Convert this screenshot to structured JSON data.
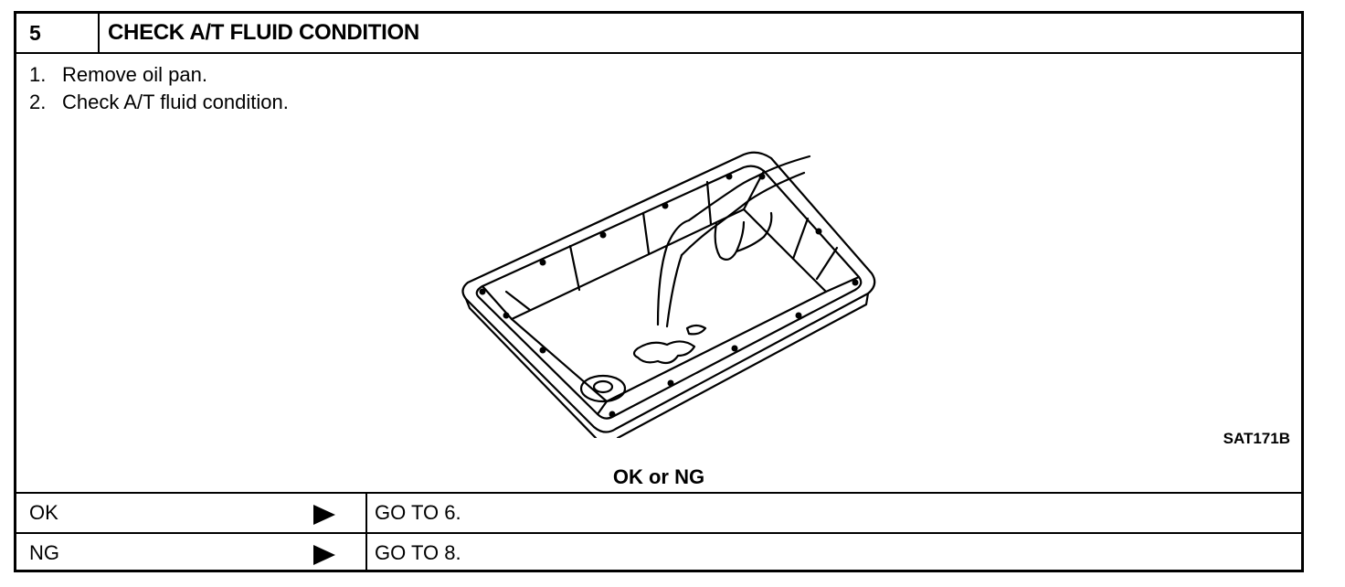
{
  "step": {
    "number": "5",
    "title": "CHECK A/T FLUID CONDITION"
  },
  "instructions": [
    {
      "num": "1.",
      "text": "Remove oil pan."
    },
    {
      "num": "2.",
      "text": "Check A/T fluid condition."
    }
  ],
  "figure": {
    "code": "SAT171B",
    "icon": "oil-pan-illustration"
  },
  "result_prompt": "OK or NG",
  "results": [
    {
      "status": "OK",
      "action": "GO TO 6."
    },
    {
      "status": "NG",
      "action": "GO TO 8."
    }
  ]
}
